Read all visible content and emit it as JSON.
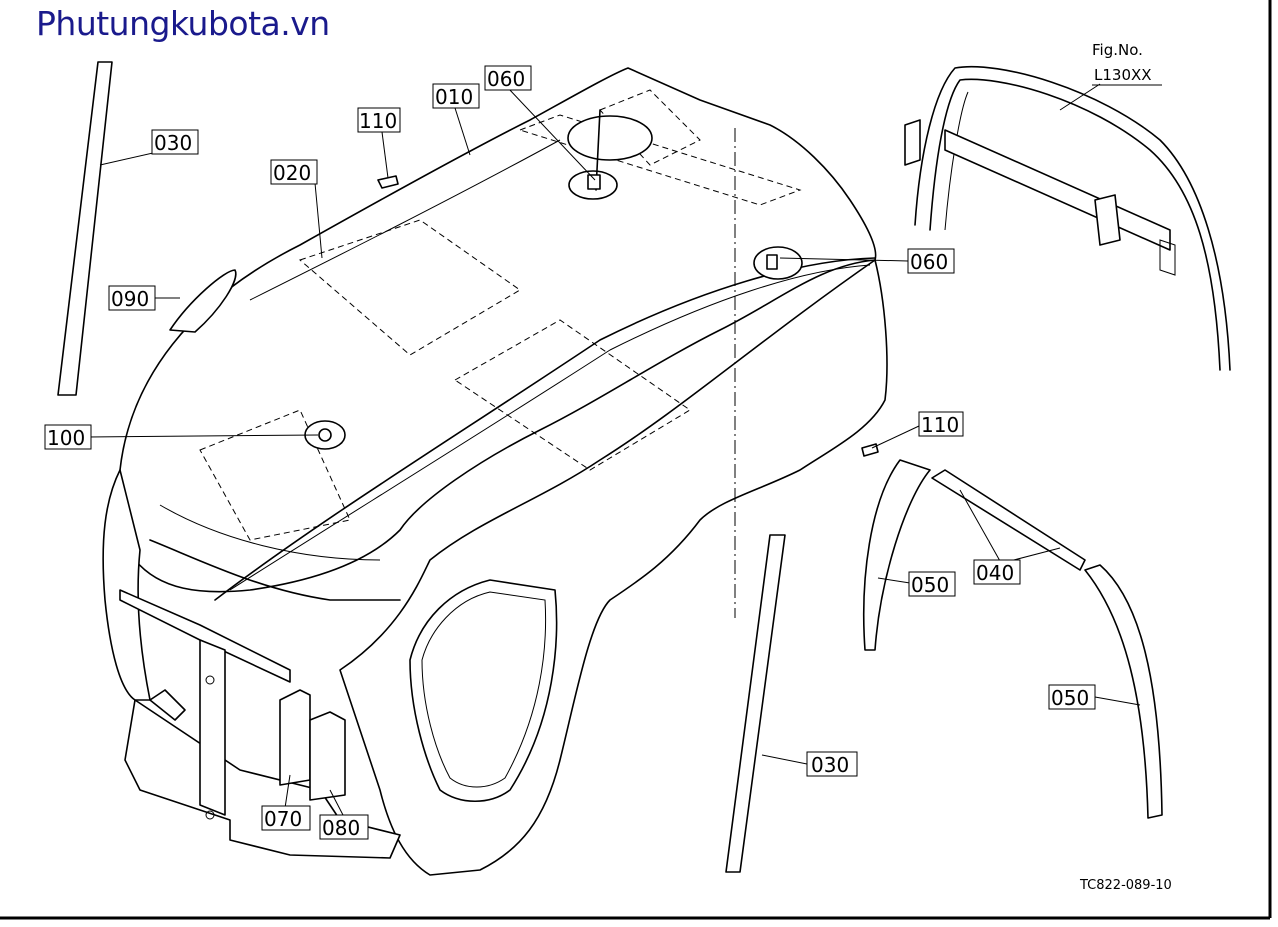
{
  "watermark": "Phutungkubota.vn",
  "figure": {
    "label": "Fig.No.",
    "number": "L130XX"
  },
  "drawing_code": "TC822-089-10",
  "callouts": {
    "c030a": "030",
    "c030b": "030",
    "c010": "010",
    "c060a": "060",
    "c060b": "060",
    "c110a": "110",
    "c110b": "110",
    "c020": "020",
    "c090": "090",
    "c100": "100",
    "c040": "040",
    "c050a": "050",
    "c050b": "050",
    "c070": "070",
    "c080": "080"
  }
}
